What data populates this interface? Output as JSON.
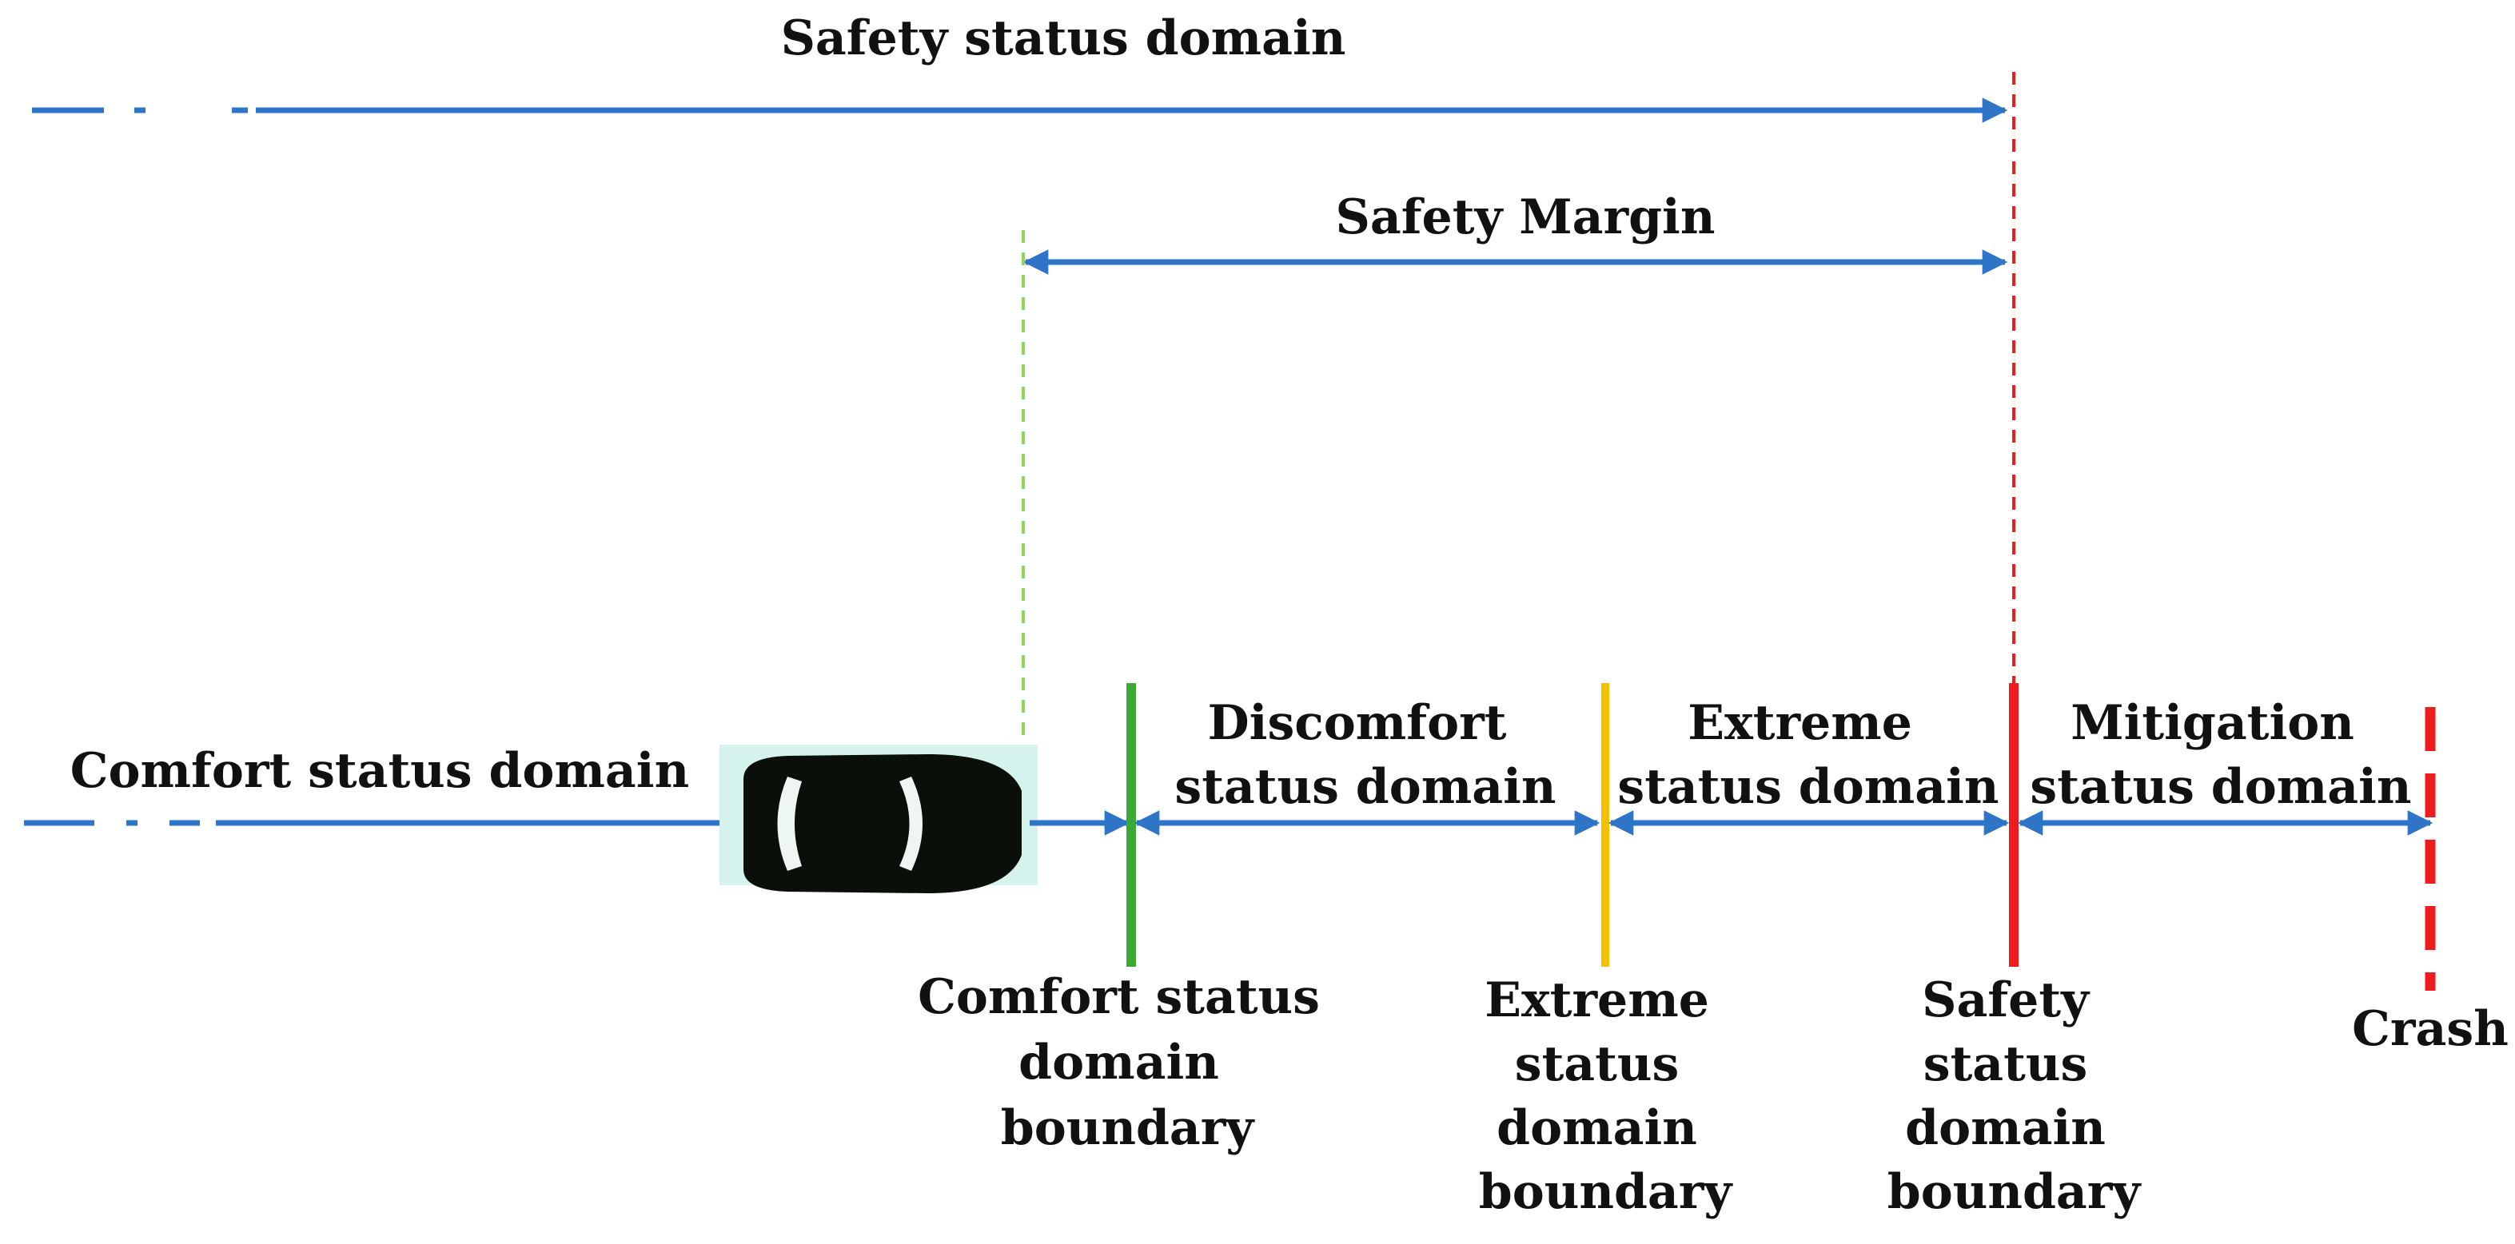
{
  "colors": {
    "axis_blue": "#2e75c7",
    "comfort_green": "#3aaa35",
    "comfort_guide_green": "#8fd45a",
    "extreme_yellow": "#f5c000",
    "safety_red": "#ee1c1c",
    "car_bg": "#d6f2ec",
    "car_body": "#0a0f0a"
  },
  "labels": {
    "safety_status_domain": "Safety status domain",
    "safety_margin": "Safety Margin",
    "comfort_status_domain": "Comfort status domain",
    "discomfort_line1": "Discomfort",
    "discomfort_line2": "status domain",
    "extreme_line1": "Extreme",
    "extreme_line2": "status domain",
    "mitigation_line1": "Mitigation",
    "mitigation_line2": "status domain",
    "comfort_boundary": [
      "Comfort status",
      "domain",
      "boundary"
    ],
    "extreme_boundary": [
      "Extreme",
      "status",
      "domain",
      "boundary"
    ],
    "safety_boundary": [
      "Safety",
      "status",
      "domain",
      "boundary"
    ],
    "crash": "Crash"
  },
  "icons": {
    "vehicle": "car-top-view-icon"
  }
}
